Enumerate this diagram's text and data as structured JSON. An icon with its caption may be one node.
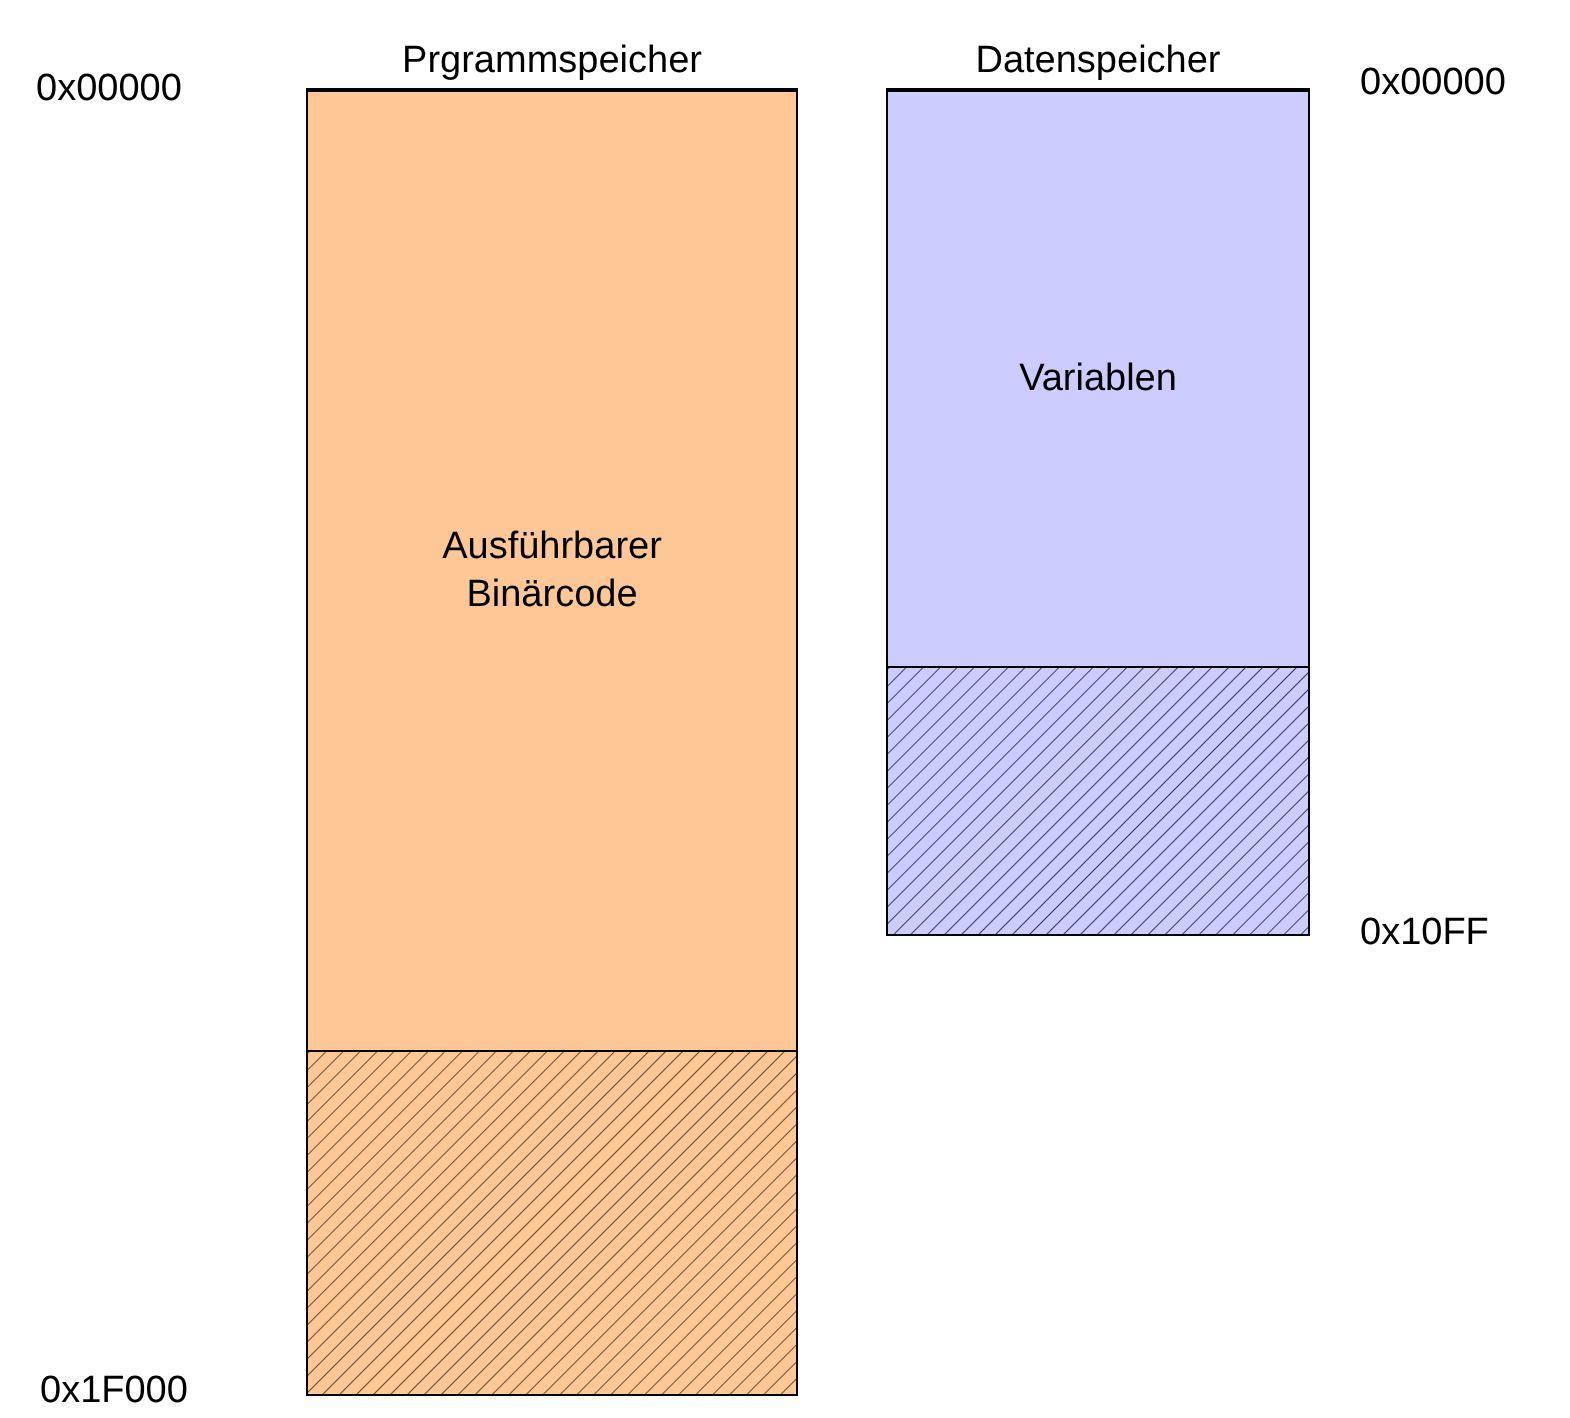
{
  "diagram": {
    "nodes": [
      {
        "text": [
          "Prgrammspeicher"
        ]
      },
      {
        "text": [
          "Ausführbarer Binärcode"
        ],
        "in": 0
      },
      {
        "text": [],
        "shape": "box",
        "in": 0
      },
      {
        "text": [
          "Datenspeicher"
        ]
      },
      {
        "text": [
          "Variablen"
        ],
        "in": 3
      },
      {
        "text": [],
        "shape": "box",
        "in": 3
      }
    ],
    "labels": [
      "0x00000",
      "0x00000",
      "0x10FF",
      "0x1F000"
    ]
  }
}
